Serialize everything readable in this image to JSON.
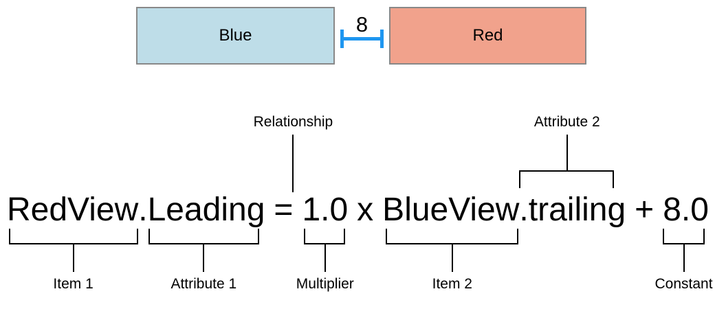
{
  "views": {
    "blue": {
      "label": "Blue",
      "fill": "#BEDDE8",
      "border": "#888888"
    },
    "red": {
      "label": "Red",
      "fill": "#F1A28C",
      "border": "#888888"
    },
    "spacing": {
      "value": "8",
      "line_color": "#1E96F0"
    }
  },
  "equation": {
    "full_text": "RedView.Leading = 1.0 x BlueView.trailing + 8.0",
    "segments": {
      "item1": "RedView",
      "attribute1": ".Leading",
      "relation": "=",
      "multiplier": "1.0",
      "times": "x",
      "item2": "BlueView",
      "attribute2": ".trailing",
      "plus": "+",
      "constant": "8.0"
    },
    "annotations": {
      "item1": "Item 1",
      "attribute1": "Attribute 1",
      "relationship": "Relationship",
      "multiplier": "Multiplier",
      "item2": "Item 2",
      "attribute2": "Attribute 2",
      "constant": "Constant"
    }
  }
}
